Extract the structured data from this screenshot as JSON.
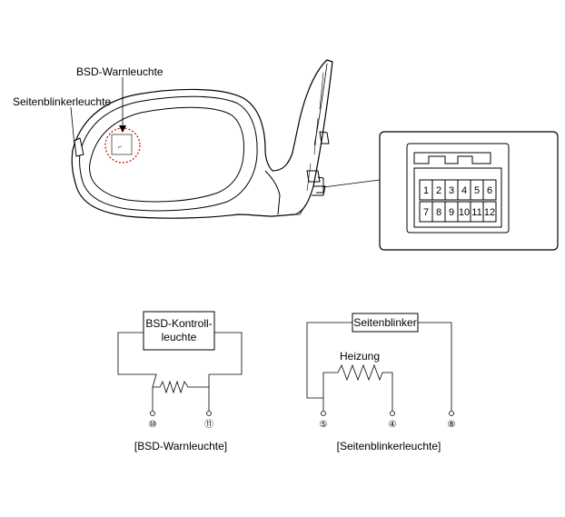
{
  "labels": {
    "bsd_warning_light": "BSD-Warnleuchte",
    "turn_signal_light": "Seitenblinkerleuchte"
  },
  "connector": {
    "top_row": [
      "1",
      "2",
      "3",
      "4",
      "5",
      "6"
    ],
    "bottom_row": [
      "7",
      "8",
      "9",
      "10",
      "11",
      "12"
    ]
  },
  "bsd_circuit": {
    "box_label_line1": "BSD-Kontroll-",
    "box_label_line2": "leuchte",
    "terminals": [
      "⑩",
      "⑪"
    ],
    "caption": "[BSD-Warnleuchte]"
  },
  "turn_circuit": {
    "box_label": "Seitenblinker",
    "heater_label": "Heizung",
    "terminals": [
      "⑤",
      "④",
      "⑧"
    ],
    "caption": "[Seitenblinkerleuchte]"
  }
}
